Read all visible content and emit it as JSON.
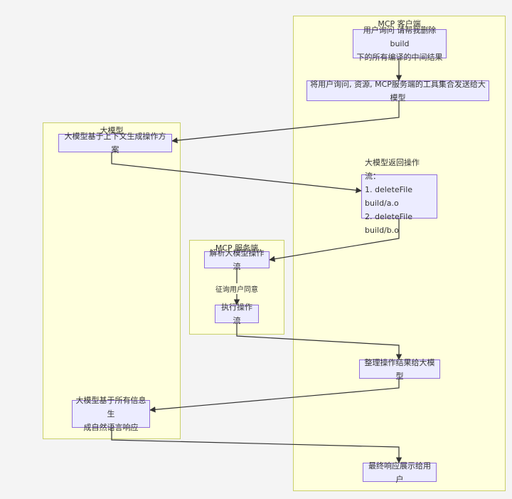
{
  "lanes": {
    "client": "MCP 客户端",
    "model": "大模型",
    "server": "MCP 服务端"
  },
  "nodes": {
    "user_query": "用户询问 请帮我删除 build\n下的所有编译的中间结果",
    "send_to_model": "将用户询问, 资源, MCP服务端的工具集合发送给大模型",
    "generate_plan": "大模型基于上下文生成操作方案",
    "return_ops": "大模型返回操作流：\n1. deleteFile build/a.o\n2. deleteFile build/b.o",
    "parse_ops": "解析大模型操作流",
    "execute_ops": "执行操作流",
    "organize_results": "整理操作结果给大模型",
    "generate_response": "大模型基于所有信息生\n成自然语言响应",
    "final_display": "最终响应展示给用户"
  },
  "edge_labels": {
    "ask_consent": "征询用户同意"
  },
  "colors": {
    "lane_fill": "#ffffde",
    "lane_border": "#c9cf6a",
    "node_fill": "#ececff",
    "node_border": "#9370db",
    "edge": "#333333"
  }
}
